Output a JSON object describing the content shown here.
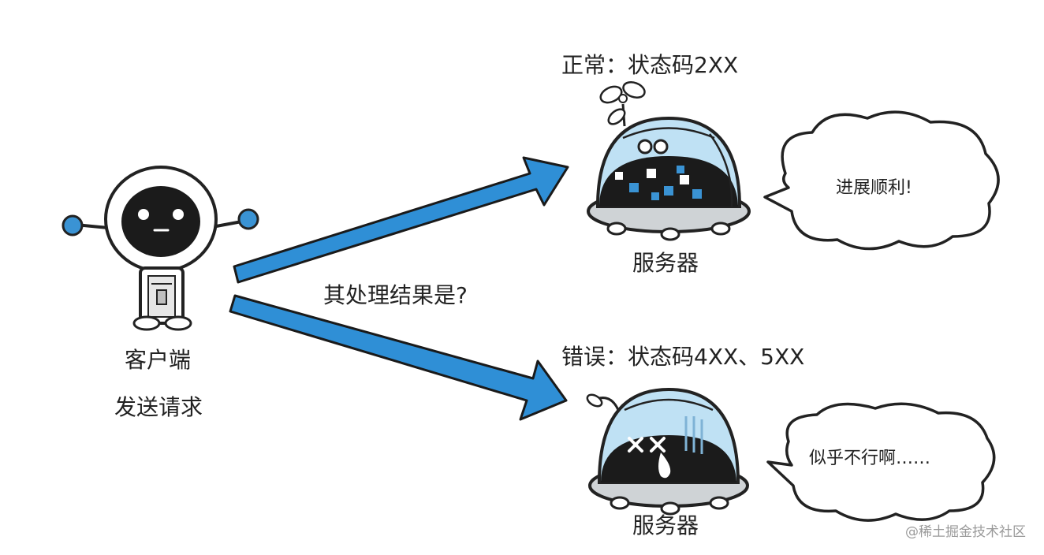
{
  "client": {
    "label": "客户端",
    "action": "发送请求"
  },
  "question": "其处理结果是?",
  "success": {
    "status": "正常：状态码2XX",
    "server_label": "服务器",
    "speech": "进展顺利!"
  },
  "error": {
    "status": "错误：状态码4XX、5XX",
    "server_label": "服务器",
    "speech": "似乎不行啊……"
  },
  "watermark": "@稀土掘金技术社区",
  "colors": {
    "arrow": "#2f8fd6",
    "arrow_outline": "#1a1a1a",
    "robot_accent": "#3a93d4",
    "dome_glass": "#bfe1f4",
    "dark": "#1b1b1b"
  }
}
